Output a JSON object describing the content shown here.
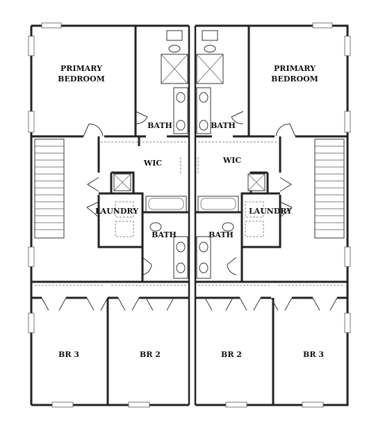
{
  "rooms": {
    "primary_bedroom_left": [
      "PRIMARY",
      "BEDROOM"
    ],
    "primary_bedroom_right": [
      "PRIMARY",
      "BEDROOM"
    ],
    "bath_upper_left": "BATH",
    "bath_upper_right": "BATH",
    "wic_left": "WIC",
    "wic_right": "WIC",
    "laundry_left": "LAUNDRY",
    "laundry_right": "LAUNDRY",
    "bath_mid_left": "BATH",
    "bath_mid_right": "BATH",
    "br3_left": "BR 3",
    "br2_left": "BR 2",
    "br2_right": "BR 2",
    "br3_right": "BR 3"
  }
}
